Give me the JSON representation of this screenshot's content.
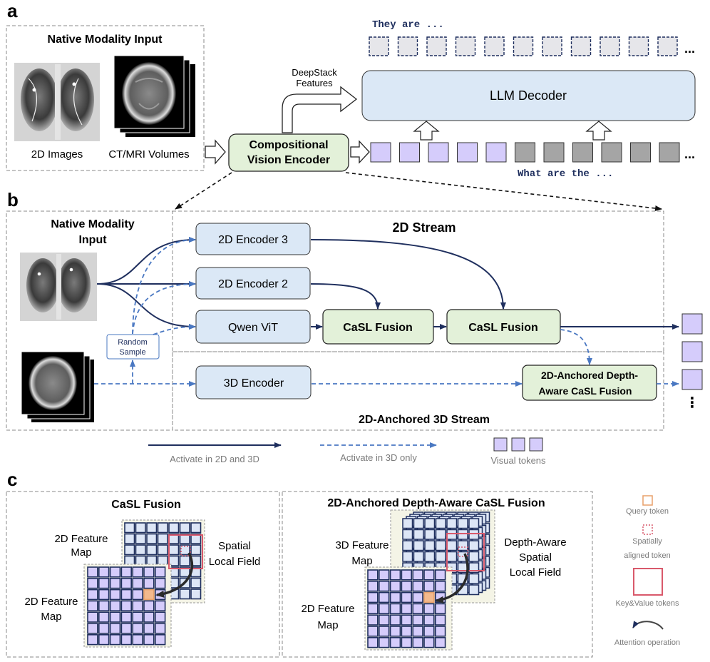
{
  "panel_a": {
    "letter": "a",
    "input_title": "Native Modality Input",
    "label_2d": "2D Images",
    "label_3d": "CT/MRI Volumes",
    "encoder_line1": "Compositional",
    "encoder_line2": "Vision Encoder",
    "deepstack_line1": "DeepStack",
    "deepstack_line2": "Features",
    "llm": "LLM Decoder",
    "output_text": "They are ...",
    "input_text": "What are the ...",
    "ellipsis": "..."
  },
  "panel_b": {
    "letter": "b",
    "input_title_line1": "Native Modality",
    "input_title_line2": "Input",
    "stream_2d": "2D Stream",
    "stream_3d": "2D-Anchored 3D Stream",
    "enc3": "2D Encoder 3",
    "enc2": "2D Encoder 2",
    "qwen": "Qwen ViT",
    "fusion1": "CaSL Fusion",
    "fusion2": "CaSL Fusion",
    "enc3d": "3D Encoder",
    "depth_fusion_line1": "2D-Anchored Depth-",
    "depth_fusion_line2": "Aware CaSL Fusion",
    "random_line1": "Random",
    "random_line2": "Sample",
    "vertical_ellipsis": "⋮"
  },
  "legend": {
    "solid": "Activate in 2D and 3D",
    "dashed": "Activate in 3D only",
    "tokens": "Visual tokens"
  },
  "panel_c": {
    "letter": "c",
    "left_title": "CaSL Fusion",
    "left_fm_top_line1": "2D Feature",
    "left_fm_top_line2": "Map",
    "left_fm_bot_line1": "2D Feature",
    "left_fm_bot_line2": "Map",
    "spatial_line1": "Spatial",
    "spatial_line2": "Local Field",
    "right_title": "2D-Anchored Depth-Aware CaSL Fusion",
    "right_fm_top_line1": "3D Feature",
    "right_fm_top_line2": "Map",
    "right_fm_bot_line1": "2D Feature",
    "right_fm_bot_line2": "Map",
    "depth_line1": "Depth-Aware",
    "depth_line2": "Spatial",
    "depth_line3": "Local Field",
    "key_query": "Query token",
    "key_spatial_line1": "Spatially",
    "key_spatial_line2": "aligned token",
    "key_kv": "Key&Value tokens",
    "key_attn": "Attention operation"
  },
  "colors": {
    "navy": "#1f2f5e",
    "dashed_blue": "#4a78c2",
    "box_blue": "#dbe8f6",
    "fusion_green": "#e3f1d9",
    "token_purple": "#d5ccfb",
    "token_gray": "#a5a5a5",
    "query_orange": "#e8a06a",
    "kv_red": "#d9596b"
  }
}
